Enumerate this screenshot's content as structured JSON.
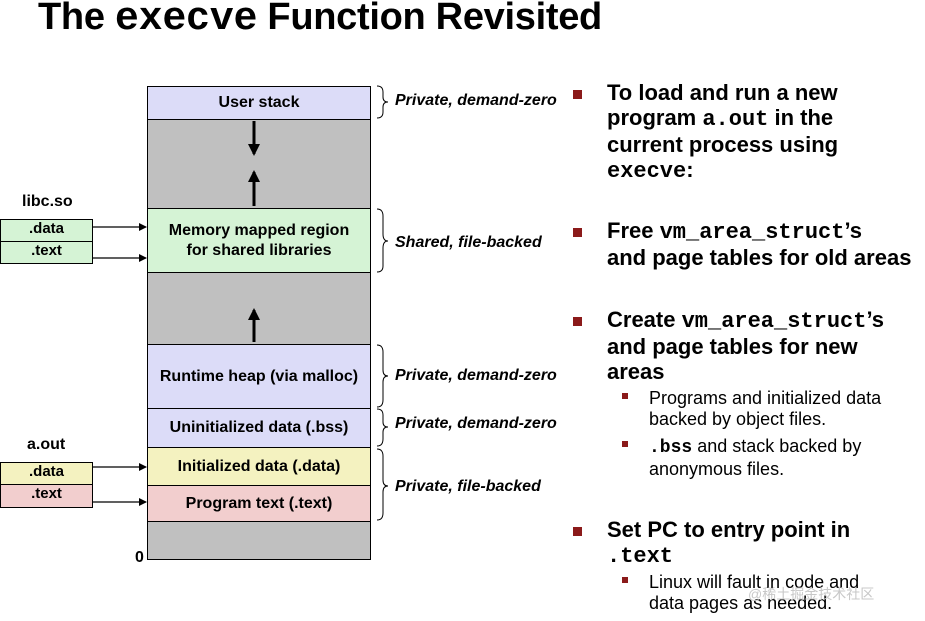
{
  "title": {
    "pre": "The ",
    "code": "execve",
    "post": " Function Revisited"
  },
  "memory": {
    "user_stack": "User stack",
    "shared_libs_line1": "Memory mapped region",
    "shared_libs_line2": "for shared libraries",
    "heap": "Runtime heap (via malloc)",
    "bss": "Uninitialized data (.bss)",
    "data": "Initialized data (.data)",
    "text": "Program text (.text)",
    "zero": "0"
  },
  "libc": {
    "label": "libc.so",
    "data": ".data",
    "text": ".text"
  },
  "aout": {
    "label": "a.out",
    "data": ".data",
    "text": ".text"
  },
  "braces": {
    "stack": "Private, demand-zero",
    "shared": "Shared, file-backed",
    "heap": "Private, demand-zero",
    "bss": "Private, demand-zero",
    "file": "Private, file-backed"
  },
  "bullets": {
    "b1": {
      "l1": "To load and run a new",
      "l2a": "program ",
      "l2code": "a.out",
      "l2b": " in the",
      "l3": "current process using",
      "l4code": "execve",
      "l4b": ":"
    },
    "b2": {
      "l1a": "Free ",
      "l1code": "vm_area_struct",
      "l1b": "’s",
      "l2": "and page tables for old areas"
    },
    "b3": {
      "l1a": "Create ",
      "l1code": "vm_area_struct",
      "l1b": "’s",
      "l2": "and page tables for new",
      "l3": "areas",
      "s1l1": "Programs and initialized data",
      "s1l2": "backed by object files.",
      "s2code": ".bss",
      "s2a": " and stack backed by",
      "s2l2": "anonymous files."
    },
    "b4": {
      "l1": "Set PC to entry point in",
      "l2code": ".text",
      "s1l1": "Linux will fault in code and",
      "s1l2": "data pages as needed."
    }
  },
  "watermark": "@稀土掘金技术社区"
}
